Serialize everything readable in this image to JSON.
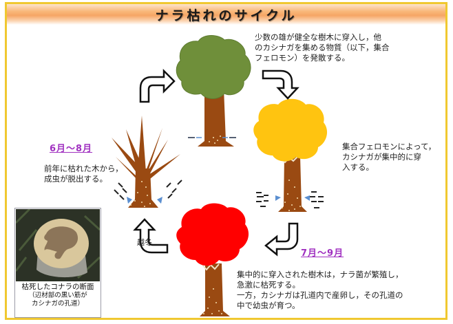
{
  "title": "ナラ枯れのサイクル",
  "colors": {
    "frame_border": "#f0c830",
    "banner_mid": "#f6a565",
    "period_text": "#a030c0",
    "healthy_crown": "#6f8f3a",
    "yellow_crown": "#ffc410",
    "red_crown": "#ff0000",
    "trunk": "#9a4a12",
    "entry_arrow": "#5b8fd0"
  },
  "stages": [
    {
      "id": "healthy",
      "crown": "green",
      "text_lines": [
        "少数の雄が健全な樹木に穿入し，他",
        "のカシナガを集める物質（以下，集合",
        "フェロモン）を発散する。"
      ]
    },
    {
      "id": "aggregation",
      "crown": "yellow",
      "text_lines": [
        "集合フェロモンによって，",
        "カシナガが集中的に穿",
        "入する。"
      ]
    },
    {
      "id": "wilting",
      "crown": "red",
      "period": "7月～9月",
      "text_lines": [
        "集中的に穿入された樹木は，ナラ菌が繁殖し，",
        "急激に枯死する。",
        "一方，カシナガは孔道内で産卵し，その孔道の",
        "中で幼虫が育つ。"
      ]
    },
    {
      "id": "emergence",
      "crown": "none",
      "period": "6月～8月",
      "text_lines": [
        "前年に枯れた木から，",
        "成虫が脱出する。"
      ]
    }
  ],
  "arrows": [
    {
      "from": "emergence",
      "to": "healthy",
      "icon": "curved-arrow-up-right"
    },
    {
      "from": "healthy",
      "to": "aggregation",
      "icon": "curved-arrow-right-down"
    },
    {
      "from": "aggregation",
      "to": "wilting",
      "icon": "curved-arrow-down-left"
    },
    {
      "from": "wilting",
      "to": "emergence",
      "icon": "curved-arrow-left-up",
      "label": "越冬"
    }
  ],
  "photo": {
    "caption_line1": "枯死したコナラの断面",
    "caption_line2": "（辺材部の黒い筋が",
    "caption_line3": "カシナガの孔道）"
  }
}
